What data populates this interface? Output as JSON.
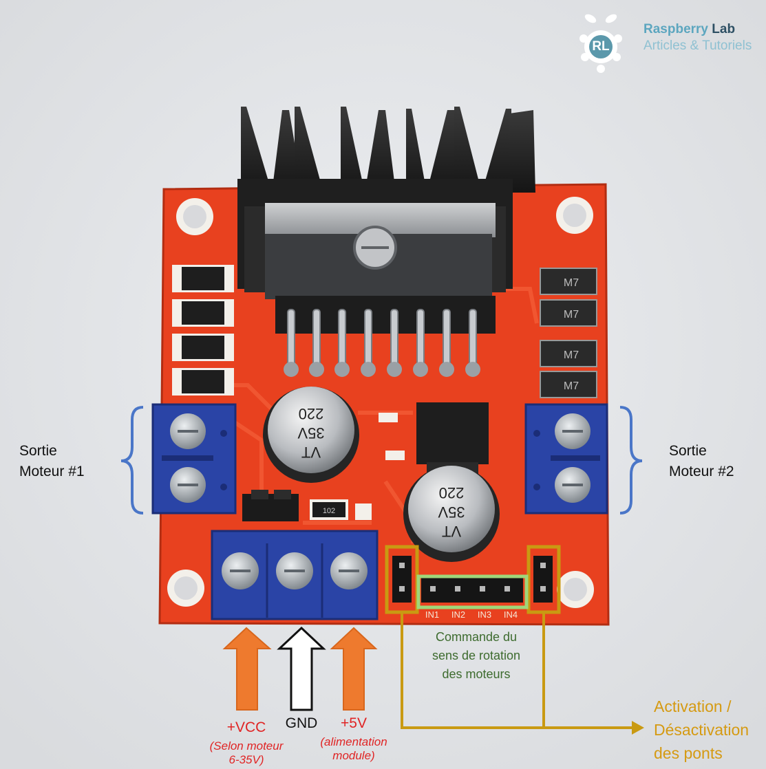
{
  "logo": {
    "initials": "RL",
    "brand_part1": "Raspberry",
    "brand_part2": "Lab",
    "tagline": "Articles & Tutoriels"
  },
  "board": {
    "capacitor_labels": [
      "VT",
      "35V",
      "220"
    ],
    "diode_label": "M7",
    "resistor_label": "102",
    "pin_labels": [
      "IN1",
      "IN2",
      "IN3",
      "IN4"
    ]
  },
  "labels": {
    "motor1": [
      "Sortie",
      "Moteur #1"
    ],
    "motor2": [
      "Sortie",
      "Moteur #2"
    ],
    "command": [
      "Commande du",
      "sens de rotation",
      "des moteurs"
    ],
    "activation": [
      "Activation /",
      "Désactivation",
      "des ponts"
    ],
    "vcc": "+VCC",
    "vcc_note": [
      "(Selon moteur",
      "6-35V)"
    ],
    "gnd": "GND",
    "v5": "+5V",
    "v5_note": [
      "(alimentation",
      "module)"
    ]
  },
  "colors": {
    "pcb": "#e8411f",
    "terminal": "#2a44a6",
    "brace": "#4a76c8",
    "vcc_arrow": "#ee7a2e",
    "gnd_arrow": "#ffffff",
    "enable_box": "#c99a12",
    "command_box": "#9fd67a",
    "vcc_text": "#e02424"
  }
}
